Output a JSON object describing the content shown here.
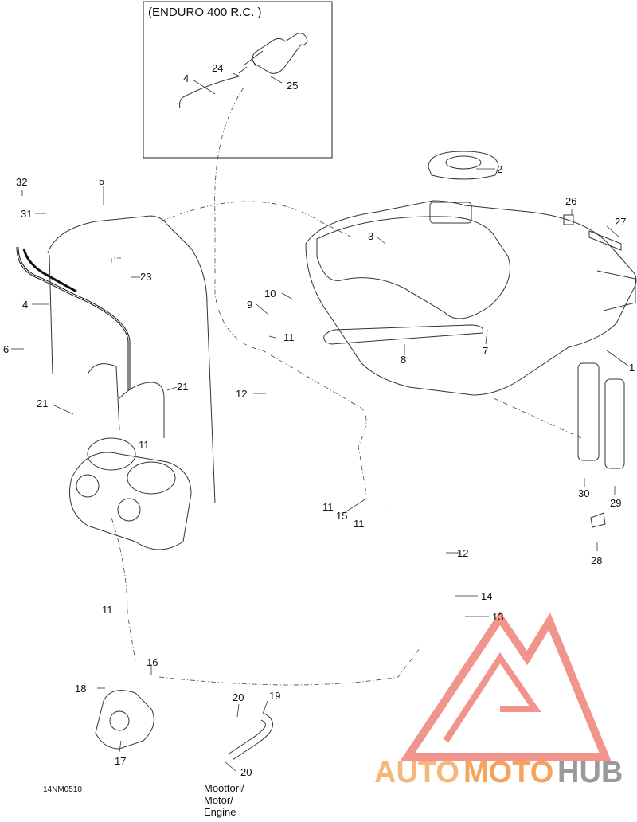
{
  "inset": {
    "title": "(ENDURO 400 R.C. )"
  },
  "callouts": [
    "1",
    "2",
    "3",
    "4",
    "4",
    "5",
    "6",
    "7",
    "8",
    "9",
    "10",
    "11",
    "11",
    "11",
    "11",
    "11",
    "11",
    "12",
    "12",
    "13",
    "14",
    "15",
    "16",
    "17",
    "18",
    "19",
    "20",
    "20",
    "21",
    "21",
    "23",
    "24",
    "25",
    "26",
    "27",
    "28",
    "29",
    "30",
    "31",
    "32"
  ],
  "engine_label": [
    "Moottori/",
    "Motor/",
    "Engine"
  ],
  "drawing_code": "14NM0510",
  "watermark": {
    "text_a": "AUTO",
    "text_b": "MOTO",
    "text_c": "HUB",
    "color_a": "#f5b87a",
    "color_b": "#f7a35c",
    "color_c": "#9a9a9a",
    "logo_color": "#f08a80"
  }
}
